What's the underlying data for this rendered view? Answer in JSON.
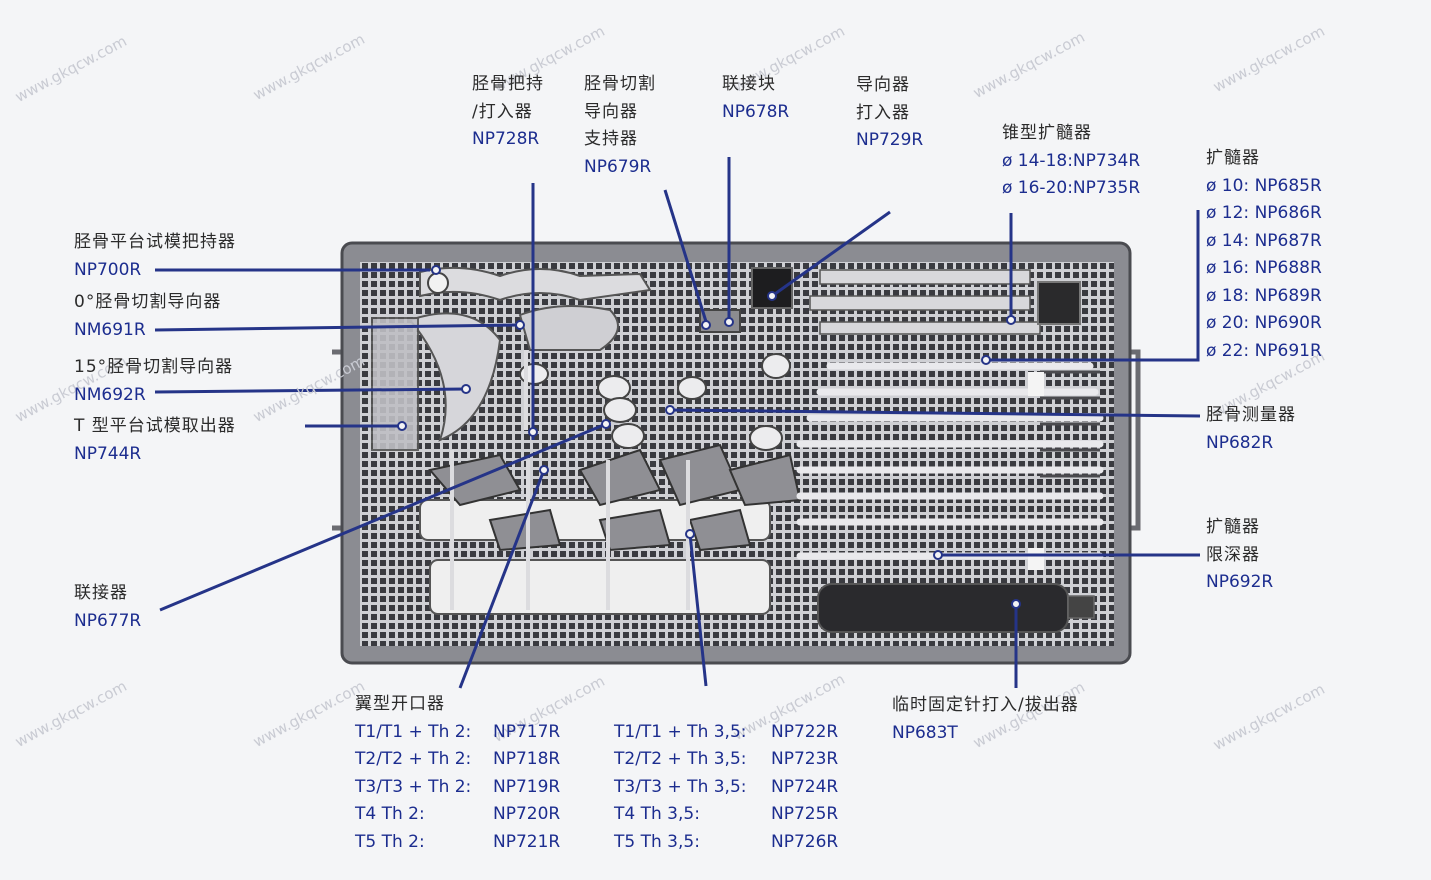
{
  "watermark": "www.gkqcw.com",
  "colors": {
    "leader": "#253488",
    "code": "#1c2d8f",
    "text": "#2b2b2b",
    "tray": "#5a5a5e"
  },
  "labels": {
    "tibial_holder": {
      "name": "胫骨把持",
      "name2": "/打入器",
      "code": "NP728R"
    },
    "cut_guide_support": {
      "name": "胫骨切割",
      "name2": "导向器",
      "name3": "支持器",
      "code": "NP679R"
    },
    "connector_block": {
      "name": "联接块",
      "code": "NP678R"
    },
    "guide_impactor": {
      "name": "导向器",
      "name2": "打入器",
      "code": "NP729R"
    },
    "tapered_reamer": {
      "name": "锥型扩髓器",
      "line1": "ø 14-18:NP734R",
      "line2": "ø 16-20:NP735R"
    },
    "reamers": {
      "name": "扩髓器",
      "items": [
        "ø 10: NP685R",
        "ø 12: NP686R",
        "ø 14: NP687R",
        "ø 16: NP688R",
        "ø 18: NP689R",
        "ø 20: NP690R",
        "ø 22: NP691R"
      ]
    },
    "trial_holder": {
      "name": "胫骨平台试模把持器",
      "code": "NP700R"
    },
    "cut_guide_0": {
      "name": "0°胫骨切割导向器",
      "code": "NM691R"
    },
    "cut_guide_15": {
      "name": "15°胫骨切割导向器",
      "code": "NM692R"
    },
    "t_trial_extractor": {
      "name": "T 型平台试模取出器",
      "code": "NP744R"
    },
    "tibia_gauge": {
      "name": "胫骨测量器",
      "code": "NP682R"
    },
    "reamer_stop": {
      "name": "扩髓器",
      "name2": "限深器",
      "code": "NP692R"
    },
    "connector": {
      "name": "联接器",
      "code": "NP677R"
    },
    "pin_driver": {
      "name": "临时固定针打入/拔出器",
      "code": "NP683T"
    },
    "wing_opener": {
      "name": "翼型开口器",
      "rows": [
        {
          "size": "T1/T1 + Th 2:",
          "code": "NP717R"
        },
        {
          "size": "T2/T2 + Th 2:",
          "code": "NP718R"
        },
        {
          "size": "T3/T3 + Th 2:",
          "code": "NP719R"
        },
        {
          "size": "T4 Th 2:",
          "code": "NP720R"
        },
        {
          "size": "T5 Th 2:",
          "code": "NP721R"
        }
      ]
    },
    "wing_opener_35": {
      "rows": [
        {
          "size": "T1/T1 + Th 3,5:",
          "code": "NP722R"
        },
        {
          "size": "T2/T2 + Th 3,5:",
          "code": "NP723R"
        },
        {
          "size": "T3/T3 + Th 3,5:",
          "code": "NP724R"
        },
        {
          "size": "T4 Th 3,5:",
          "code": "NP725R"
        },
        {
          "size": "T5 Th 3,5:",
          "code": "NP726R"
        }
      ]
    }
  }
}
